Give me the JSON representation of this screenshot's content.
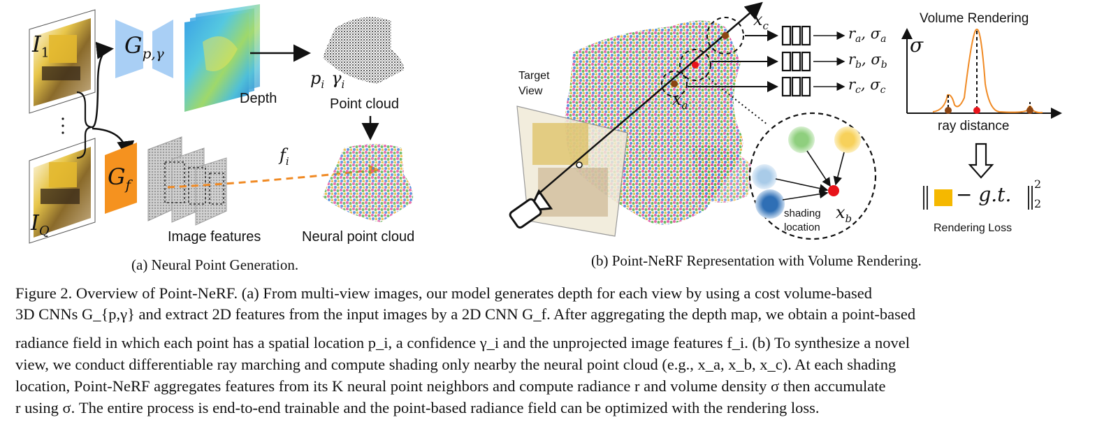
{
  "panel_a": {
    "caption": "(a) Neural Point Generation.",
    "i1_label": "I",
    "i1_sub": "1",
    "iq_label": "I",
    "iq_sub": "Q",
    "gpg_label": "G",
    "gpg_sub": "p,γ",
    "gf_label": "G",
    "gf_sub": "f",
    "depth_label": "Depth",
    "p_gamma_label": "p",
    "p_sub": "i",
    "gamma_label": "γ",
    "gamma_sub": "i",
    "point_cloud_label": "Point cloud",
    "fi_label": "f",
    "fi_sub": "i",
    "image_features_label": "Image features",
    "neural_point_cloud_label": "Neural point cloud"
  },
  "panel_b": {
    "caption": "(b) Point-NeRF Representation with Volume Rendering.",
    "target_view_line1": "Target",
    "target_view_line2": "View",
    "xc_label": "x",
    "xc_sub": "c",
    "xa_label": "x",
    "xa_sub": "a",
    "outputs": [
      {
        "r": "r",
        "r_sub": "a",
        "s": "σ",
        "s_sub": "a"
      },
      {
        "r": "r",
        "r_sub": "b",
        "s": "σ",
        "s_sub": "b"
      },
      {
        "r": "r",
        "r_sub": "c",
        "s": "σ",
        "s_sub": "c"
      }
    ],
    "shading_line1": "shading",
    "shading_line2": "location",
    "xb_label": "x",
    "xb_sub": "b",
    "volume_rendering_title": "Volume Rendering",
    "sigma_axis": "σ",
    "ray_distance_label": "ray distance",
    "loss_text": "− g.t.",
    "loss_sup": "2",
    "loss_sub": "2",
    "rendering_loss_label": "Rendering Loss"
  },
  "caption": {
    "lines": [
      "Figure 2. Overview of Point-NeRF. (a) From multi-view images, our model generates depth for each view by using a cost volume-based",
      "3D CNNs G_{p,γ} and extract 2D features from the input images by a 2D CNN G_f. After aggregating the depth map, we obtain a point-based",
      "radiance field in which each point has a spatial location p_i, a confidence γ_i and the unprojected image features f_i. (b) To synthesize a novel",
      "view, we conduct differentiable ray marching and compute shading only nearby the neural point cloud (e.g., x_a, x_b, x_c). At each shading",
      "location, Point-NeRF aggregates features from its K neural point neighbors and compute radiance r and volume density σ then accumulate",
      "r using σ. The entire process is end-to-end trainable and the point-based radiance field can be optimized with the rendering loss."
    ]
  },
  "colors": {
    "gpg_blue": "#a9cff5",
    "gf_orange": "#f5921f",
    "dashed_orange": "#f08a24",
    "curve_orange": "#f08a24",
    "point_red": "#e8131a",
    "point_brown": "#8b4513",
    "loss_yellow": "#f5b800",
    "neighbor_green": "#8fcf7e",
    "neighbor_yellow": "#f7d15b",
    "neighbor_lightblue": "#a9cbe8",
    "neighbor_darkblue": "#2f6fb5"
  }
}
